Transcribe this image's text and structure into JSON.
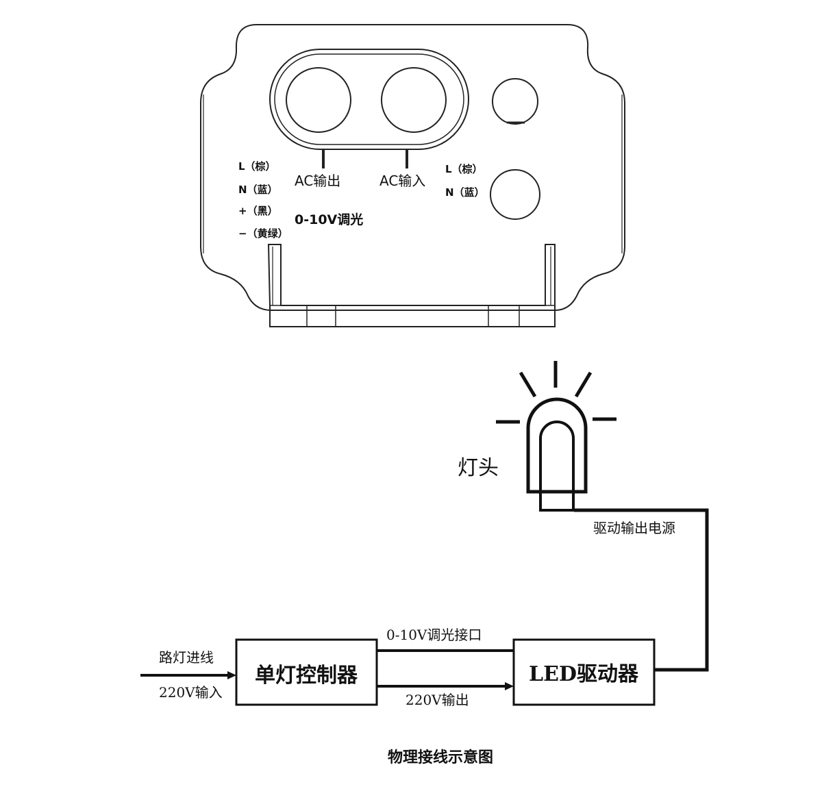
{
  "device": {
    "left_terminals": [
      "L（棕）",
      "N（蓝）",
      "+（黑）",
      "−（黄绿）"
    ],
    "ac_output": "AC输出",
    "ac_input": "AC输入",
    "dimming": "0-10V调光",
    "right_terminals": [
      "L（棕）",
      "N（蓝）"
    ]
  },
  "schematic": {
    "lamp_label": "灯头",
    "driver_output_label": "驱动输出电源",
    "incoming_label": "路灯进线",
    "input_label": "220V输入",
    "controller_label": "单灯控制器",
    "driver_label": "LED驱动器",
    "dimming_interface_label": "0-10V调光接口",
    "output_label": "220V输出"
  },
  "caption": "物理接线示意图"
}
